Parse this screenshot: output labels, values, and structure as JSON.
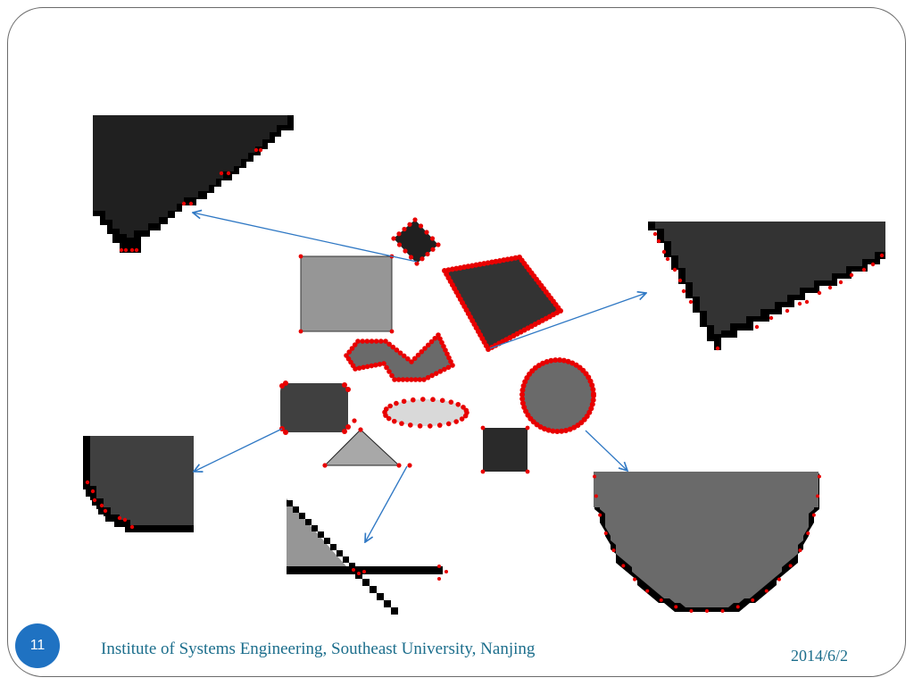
{
  "slide": {
    "number": "11",
    "footer": "Institute of Systems Engineering, Southeast University, Nanjing",
    "date": "2014/6/2"
  },
  "colors": {
    "contour_point": "#e80000",
    "arrow": "#2f78c4",
    "dark_fill": "#202020",
    "medium_dark_fill": "#404040",
    "medium_fill": "#6a6a6a",
    "light_fill": "#969696",
    "lightest_fill": "#d9d9d9",
    "pixel_black": "#000000",
    "slide_number_bg": "#1f72c2",
    "footer_text": "#1c6e8c"
  },
  "icons": {
    "slide_number_badge": "blue-circle"
  }
}
